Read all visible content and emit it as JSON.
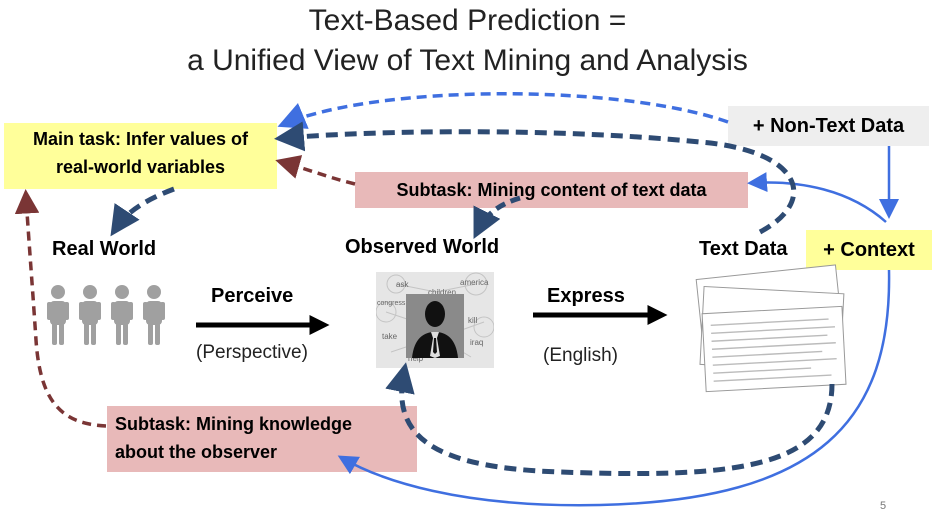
{
  "title": {
    "line1": "Text-Based Prediction =",
    "line2": "a Unified View of Text Mining and Analysis"
  },
  "boxes": {
    "main_task": {
      "line1": "Main task: Infer values of",
      "line2": "real-world variables"
    },
    "non_text": "+ Non-Text Data",
    "subtask_content": "Subtask: Mining content of text data",
    "subtask_observer": {
      "line1": "Subtask:  Mining knowledge",
      "line2": "about the observer"
    },
    "context": "+ Context"
  },
  "labels": {
    "real_world": "Real World",
    "observed_world": "Observed World",
    "text_data": "Text Data",
    "perceive": "Perceive",
    "perspective": "(Perspective)",
    "express": "Express",
    "english": "(English)"
  },
  "word_cloud": [
    "ask",
    "children",
    "america",
    "congress",
    "kill",
    "take",
    "iraq",
    "help"
  ],
  "page_number": "5",
  "colors": {
    "yellow_box": "#ffff9a",
    "pink_box": "#e8b9b9",
    "grey_box": "#eeeeee",
    "dark_blue_arrow": "#2e4b73",
    "blue_arrow": "#3f6fe0",
    "maroon_arrow": "#7a3535"
  }
}
